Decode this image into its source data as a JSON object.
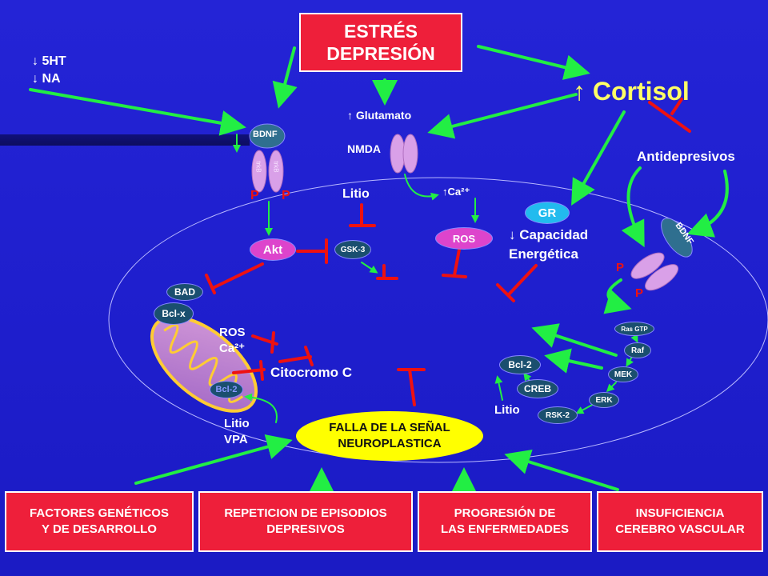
{
  "title": [
    "ESTRÉS",
    "DEPRESIÓN"
  ],
  "cortisol": "↑ Cortisol",
  "neurotransmitters": [
    "↓ 5HT",
    "↓ NA"
  ],
  "glutamato": "↑ Glutamato",
  "nmda": "NMDA",
  "ca_up": "↑Ca²⁺",
  "ros": "ROS",
  "litio": "Litio",
  "gsk3": "GSK-3",
  "akt": "Akt",
  "bdnf": "BDNF",
  "trkb": "trkB",
  "p": "P",
  "gr": "GR",
  "capacidad": [
    "↓ Capacidad",
    "Energética"
  ],
  "antidepresivos": "Antidepresivos",
  "bad": "BAD",
  "bclx": "Bcl-x",
  "ros_ca": [
    "ROS",
    "Ca²⁺"
  ],
  "citocromo": "Citocromo C",
  "bcl2": "Bcl-2",
  "litio_vpa": [
    "Litio",
    "VPA"
  ],
  "creb": "CREB",
  "rsk2": "RSK-2",
  "erk": "ERK",
  "mek": "MEK",
  "raf": "Raf",
  "ras_gtp": "Ras GTP",
  "falla": [
    "FALLA DE LA SEÑAL",
    "NEUROPLASTICA"
  ],
  "bottom_boxes": [
    [
      "FACTORES GENÉTICOS",
      "Y DE DESARROLLO"
    ],
    [
      "REPETICION DE EPISODIOS",
      "DEPRESIVOS"
    ],
    [
      "PROGRESIÓN DE",
      "LAS ENFERMEDADES"
    ],
    [
      "INSUFICIENCIA",
      "CEREBRO VASCULAR"
    ]
  ],
  "colors": {
    "background": "#1f1fcf",
    "arrow_green": "#22ee44",
    "inhibit_red": "#ee1111",
    "box_red": "#ee1f3a",
    "falla_yellow": "#ffff00",
    "cortisol_yellow": "#ffff66"
  }
}
